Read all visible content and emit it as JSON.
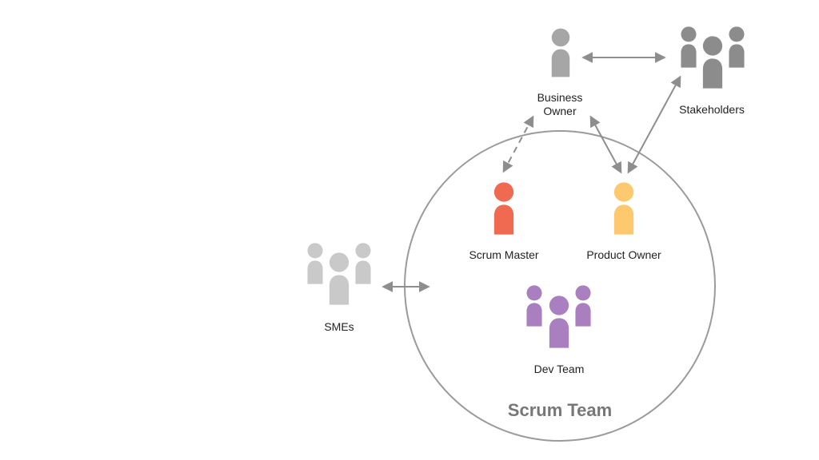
{
  "diagram": {
    "scrum_team_label": "Scrum Team",
    "nodes": {
      "business_owner": {
        "label": "Business\nOwner",
        "icon": "person-icon",
        "color": "#a6a6a6"
      },
      "stakeholders": {
        "label": "Stakeholders",
        "icon": "group-icon",
        "color": "#8c8c8c"
      },
      "scrum_master": {
        "label": "Scrum Master",
        "icon": "person-icon",
        "color": "#ef6a51"
      },
      "product_owner": {
        "label": "Product Owner",
        "icon": "person-icon",
        "color": "#fec86e"
      },
      "smes": {
        "label": "SMEs",
        "icon": "group-icon",
        "color": "#c9c9c9"
      },
      "dev_team": {
        "label": "Dev Team",
        "icon": "group-icon",
        "color": "#a97fbf"
      }
    },
    "connectors": [
      {
        "from": "business_owner",
        "to": "stakeholders",
        "style": "solid",
        "ends": "both"
      },
      {
        "from": "business_owner",
        "to": "scrum_master",
        "style": "dashed",
        "ends": "both"
      },
      {
        "from": "business_owner",
        "to": "product_owner",
        "style": "solid",
        "ends": "both"
      },
      {
        "from": "stakeholders",
        "to": "product_owner",
        "style": "solid",
        "ends": "both"
      },
      {
        "from": "smes",
        "to": "scrum_team",
        "style": "solid",
        "ends": "both"
      }
    ],
    "colors": {
      "circle": "#9a9a9a",
      "arrow": "#8e8e8e",
      "title": "#777777"
    }
  }
}
